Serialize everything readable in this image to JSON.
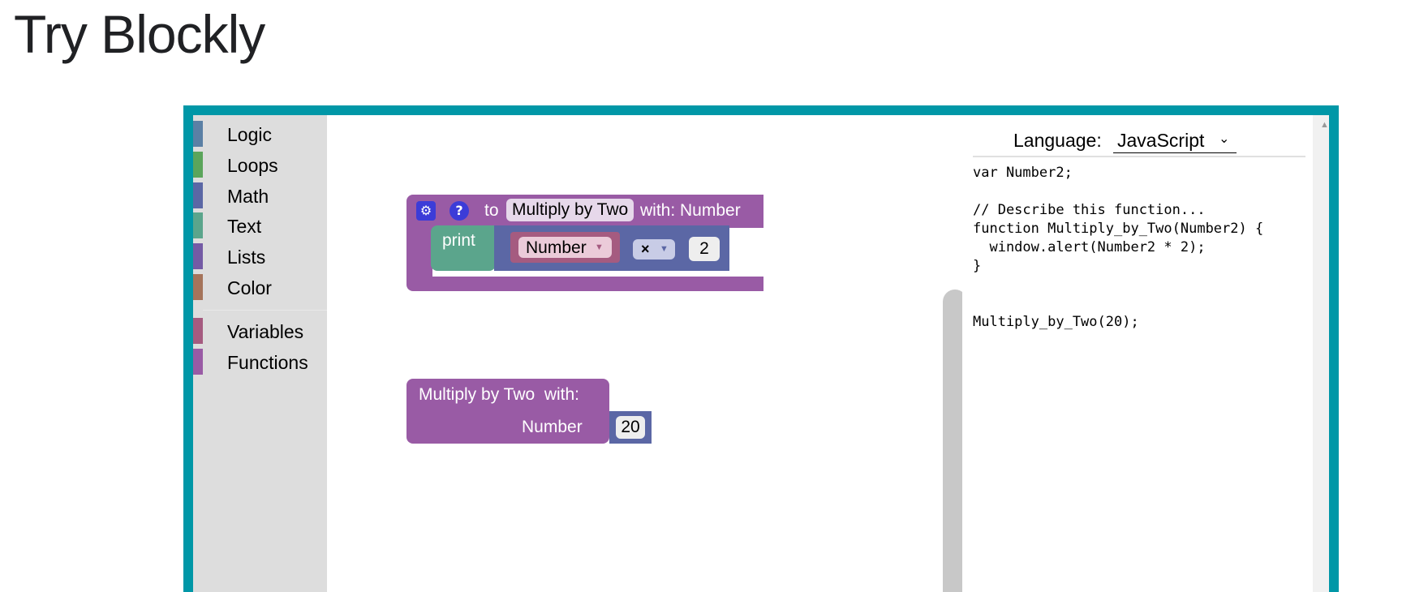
{
  "page": {
    "title": "Try Blockly"
  },
  "toolbox": {
    "items": [
      {
        "label": "Logic",
        "color": "#5b80a5"
      },
      {
        "label": "Loops",
        "color": "#5ba55b"
      },
      {
        "label": "Math",
        "color": "#5b67a5"
      },
      {
        "label": "Text",
        "color": "#5ba58c"
      },
      {
        "label": "Lists",
        "color": "#745ba5"
      },
      {
        "label": "Color",
        "color": "#a5745b"
      },
      {
        "label": "Variables",
        "color": "#a55b80"
      },
      {
        "label": "Functions",
        "color": "#995ba5"
      }
    ]
  },
  "workspace": {
    "def_block": {
      "to": "to",
      "name": "Multiply by Two",
      "with": "with: Number",
      "print": "print",
      "var": "Number",
      "op": "×",
      "num": "2"
    },
    "call_block": {
      "name": "Multiply by Two  with:",
      "param": "Number",
      "arg": "20"
    }
  },
  "code_panel": {
    "language_label": "Language:",
    "language_value": "JavaScript",
    "code": "var Number2;\n\n// Describe this function...\nfunction Multiply_by_Two(Number2) {\n  window.alert(Number2 * 2);\n}\n\n\nMultiply_by_Two(20);"
  },
  "colors": {
    "frame": "#0097a7",
    "procedure": "#995ba5",
    "text": "#5ba58c",
    "math": "#5b67a5",
    "variable": "#a55b80"
  },
  "icons": [
    "gear-icon",
    "help-icon",
    "chevron-down-icon",
    "scroll-up-arrow-icon"
  ]
}
